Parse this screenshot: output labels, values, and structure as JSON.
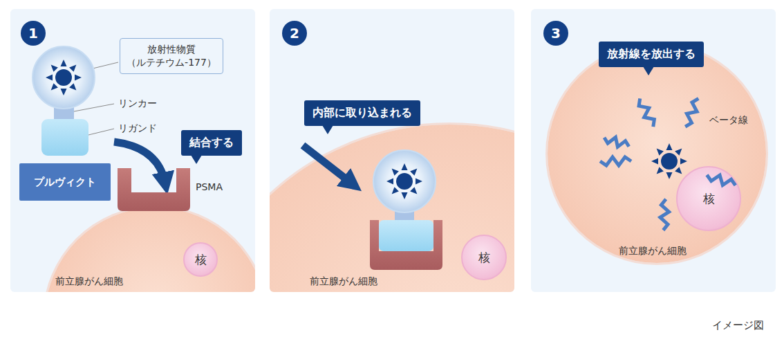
{
  "diagram": {
    "caption": "イメージ図",
    "nodes": [
      {
        "text": [
          "1"
        ]
      },
      {
        "text": [
          "放射性物質 （ルテチウム-177）"
        ]
      },
      {
        "text": [
          "プルヴィクト"
        ]
      },
      {
        "text": [
          "結合する"
        ]
      },
      {
        "text": [
          "前立腺がん細胞"
        ]
      },
      {
        "text": [
          "核"
        ],
        "in": 4
      },
      {
        "text": [
          "2"
        ]
      },
      {
        "text": [
          "内部に取り込まれる"
        ]
      },
      {
        "text": [
          "前立腺がん細胞"
        ]
      },
      {
        "text": [
          "核"
        ],
        "in": 8
      },
      {
        "text": [
          "3"
        ]
      },
      {
        "text": [
          "放射線を放出する"
        ]
      },
      {
        "text": [
          "前立腺がん細胞"
        ]
      },
      {
        "text": [
          "核"
        ],
        "in": 12
      }
    ],
    "labels": [
      "リンカー",
      "リガンド",
      "PSMA",
      "ベータ線"
    ]
  }
}
